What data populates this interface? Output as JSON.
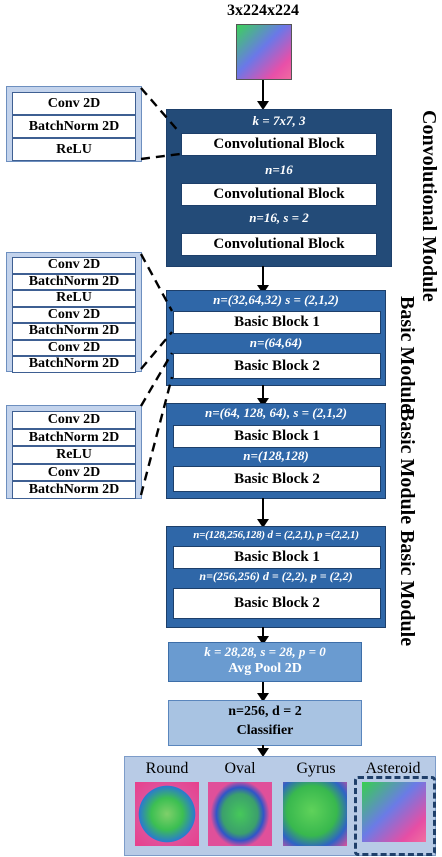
{
  "input": {
    "label": "3x224x224"
  },
  "side_stacks": [
    {
      "items": [
        "Conv 2D",
        "BatchNorm 2D",
        "ReLU"
      ]
    },
    {
      "items": [
        "Conv 2D",
        "BatchNorm 2D",
        "ReLU",
        "Conv 2D",
        "BatchNorm 2D",
        "Conv 2D",
        "BatchNorm 2D"
      ]
    },
    {
      "items": [
        "Conv 2D",
        "BatchNorm 2D",
        "ReLU",
        "Conv 2D",
        "BatchNorm 2D"
      ]
    }
  ],
  "conv_module": {
    "label": "Convolutional Module",
    "param1": "k = 7x7, 3",
    "block1": "Convolutional Block",
    "param2": "n=16",
    "block2": "Convolutional Block",
    "param3": "n=16, s = 2",
    "block3": "Convolutional Block"
  },
  "basic_modules": [
    {
      "label": "Basic Module",
      "param1": "n=(32,64,32) s = (2,1,2)",
      "block1": "Basic Block 1",
      "param2": "n=(64,64)",
      "block2": "Basic Block 2"
    },
    {
      "label": "Basic Module",
      "param1": "n=(64, 128, 64), s = (2,1,2)",
      "block1": "Basic Block 1",
      "param2": "n=(128,128)",
      "block2": "Basic Block 2"
    },
    {
      "label": "Basic Module",
      "param1": "n=(128,256,128) d = (2,2,1), p =(2,2,1)",
      "block1": "Basic Block 1",
      "param2": "n=(256,256) d = (2,2), p = (2,2)",
      "block2": "Basic Block 2"
    }
  ],
  "avg_pool": {
    "param": "k = 28,28, s = 28, p = 0",
    "label": "Avg Pool 2D"
  },
  "classifier": {
    "param": "n=256, d = 2",
    "label": "Classifier"
  },
  "outputs": [
    "Round",
    "Oval",
    "Gyrus",
    "Asteroid"
  ]
}
